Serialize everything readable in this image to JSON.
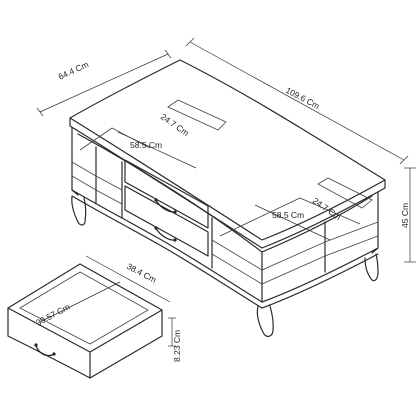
{
  "dimensions": {
    "depth": "64.4 Cm",
    "width": "109.6 Cm",
    "height": "45 Cm",
    "left_shelf_depth": "24.7 Cm",
    "left_shelf_width": "58.5 Cm",
    "right_shelf_width": "58.5 Cm",
    "right_shelf_depth": "24.7 Cm",
    "drawer_width": "38.4 Cm",
    "drawer_depth": "39.57 Cm",
    "drawer_height": "8.23 Cm"
  }
}
